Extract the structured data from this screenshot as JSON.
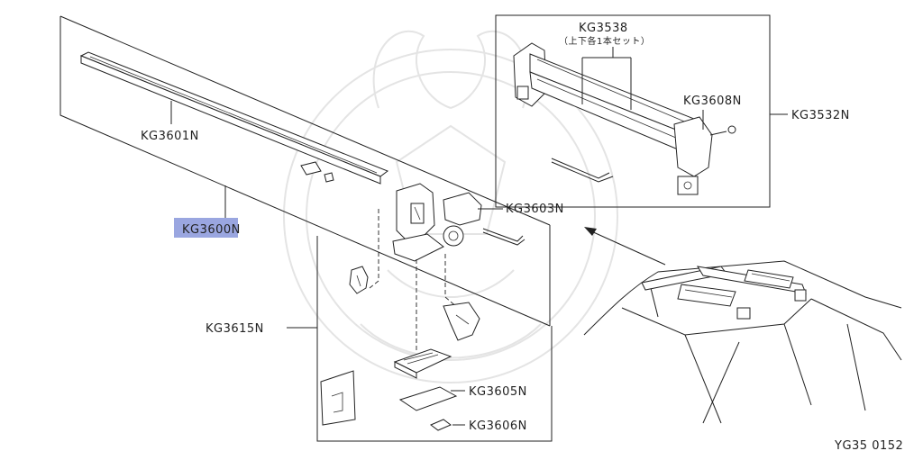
{
  "diagram": {
    "labels": {
      "kg3538": "KG3538",
      "kg3538_note": "（上下各1本セット）",
      "kg3608n": "KG3608N",
      "kg3532n": "KG3532N",
      "kg3601n": "KG3601N",
      "kg3600n": "KG3600N",
      "kg3603n": "KG3603N",
      "kg3615n": "KG3615N",
      "kg3605n": "KG3605N",
      "kg3606n": "KG3606N"
    },
    "selected_part": "KG3600N",
    "highlight_color": "#9aa6e0",
    "figure_code": "YG35  0152"
  }
}
